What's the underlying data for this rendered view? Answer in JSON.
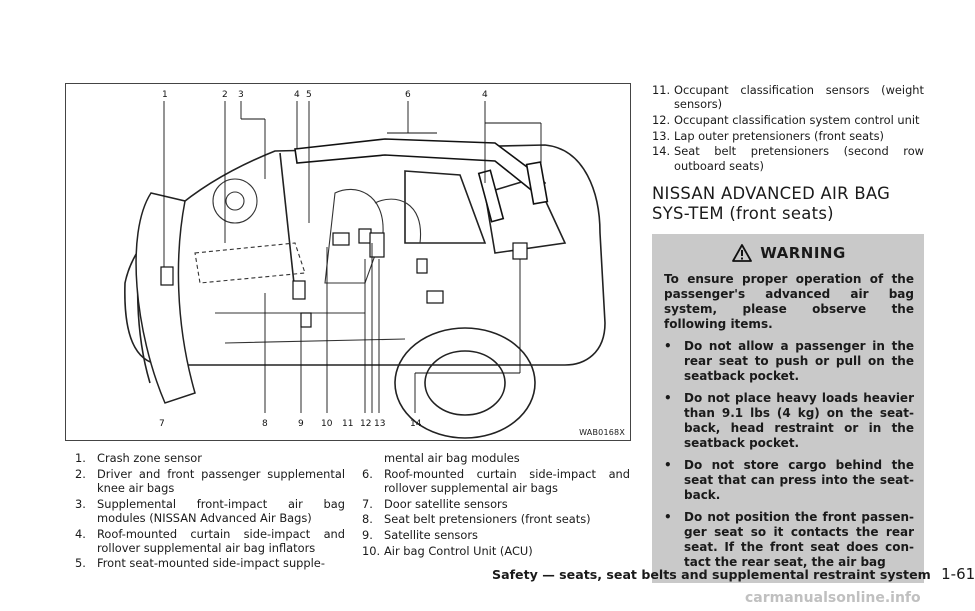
{
  "figure": {
    "code": "WAB0168X",
    "callouts_top": [
      "1",
      "2",
      "3",
      "4",
      "5",
      "6",
      "4"
    ],
    "callouts_bottom": [
      "7",
      "8",
      "9",
      "10",
      "11",
      "12",
      "13",
      "14"
    ]
  },
  "list_left": [
    {
      "num": "1.",
      "text": "Crash zone sensor"
    },
    {
      "num": "2.",
      "text": "Driver and front passenger supplemental knee air bags"
    },
    {
      "num": "3.",
      "text": "Supplemental front-impact air bag modules (NISSAN Advanced Air Bags)"
    },
    {
      "num": "4.",
      "text": "Roof-mounted curtain side-impact and rollover supplemental air bag inflators"
    },
    {
      "num": "5.",
      "text": "Front seat-mounted side-impact supple-"
    }
  ],
  "list_mid_cont": "mental air bag modules",
  "list_mid": [
    {
      "num": "6.",
      "text": "Roof-mounted curtain side-impact and rollover supplemental air bags"
    },
    {
      "num": "7.",
      "text": "Door satellite sensors"
    },
    {
      "num": "8.",
      "text": "Seat belt pretensioners (front seats)"
    },
    {
      "num": "9.",
      "text": "Satellite sensors"
    },
    {
      "num": "10.",
      "text": "Air bag Control Unit (ACU)"
    }
  ],
  "list_right": [
    {
      "num": "11.",
      "text": "Occupant classification sensors (weight sensors)"
    },
    {
      "num": "12.",
      "text": "Occupant classification system control unit"
    },
    {
      "num": "13.",
      "text": "Lap outer pretensioners (front seats)"
    },
    {
      "num": "14.",
      "text": "Seat belt pretensioners (second row outboard seats)"
    }
  ],
  "section_title": "NISSAN ADVANCED AIR BAG SYS-TEM (front seats)",
  "warning": {
    "title": "WARNING",
    "icon": "warning-triangle-icon",
    "intro": "To ensure proper operation of the passenger's advanced air bag system, please observe the following items.",
    "bullet_char": "•",
    "bullets": [
      "Do not allow a passenger in the rear seat to push or pull on the seatback pocket.",
      "Do not place heavy loads heavier than 9.1 lbs (4 kg) on the seat-back, head restraint or in the seatback pocket.",
      "Do not store cargo behind the seat that can press into the seat-back.",
      "Do not position the front passen-ger seat so it contacts the rear seat. If the front seat does con-tact the rear seat, the air bag"
    ]
  },
  "footer": {
    "section": "Safety — seats, seat belts and supplemental restraint system",
    "page": "1-61"
  },
  "watermark": "carmanualsonline.info"
}
